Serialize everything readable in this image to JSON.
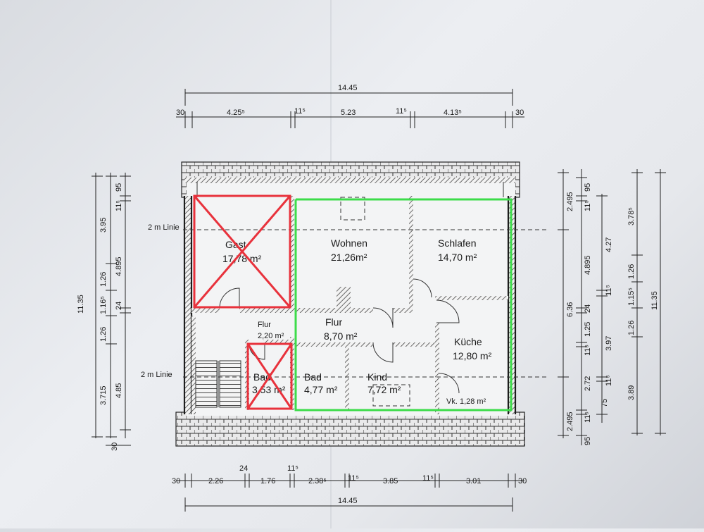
{
  "plan": {
    "rooms": [
      {
        "id": "gast",
        "name": "Gast",
        "area": "17,78 m²"
      },
      {
        "id": "wohnen",
        "name": "Wohnen",
        "area": "21,26m²"
      },
      {
        "id": "schlafen",
        "name": "Schlafen",
        "area": "14,70 m²"
      },
      {
        "id": "flur-small",
        "name": "Flur",
        "area": "2,20 m²"
      },
      {
        "id": "flur",
        "name": "Flur",
        "area": "8,70 m²"
      },
      {
        "id": "kueche",
        "name": "Küche",
        "area": "12,80 m²"
      },
      {
        "id": "bad-small",
        "name": "Bad",
        "area": "3,53 m²"
      },
      {
        "id": "bad",
        "name": "Bad",
        "area": "4,77 m²"
      },
      {
        "id": "kind",
        "name": "Kind",
        "area": "7,72 m²"
      },
      {
        "id": "vk",
        "name": "Vk. 1,28 m²",
        "area": ""
      }
    ],
    "line_labels": [
      "2 m Linie",
      "2 m Linie"
    ],
    "top_dims": {
      "total": "14.45",
      "parts": [
        "30",
        "4.25⁵",
        "11⁵",
        "5.23",
        "11⁵",
        "4.13⁵",
        "30"
      ]
    },
    "bottom_dims": {
      "total": "14.45",
      "parts": [
        "30",
        "2.26",
        "24",
        "1.76",
        "11⁵",
        "2.38⁵",
        "11⁵",
        "3.85",
        "11⁵",
        "3.01",
        "30"
      ]
    },
    "left_dims": {
      "total": "11.35",
      "col2": [
        "3.715",
        "1.26",
        "1.16⁵",
        "1.26",
        "3.95"
      ],
      "col3": [
        "4.85",
        "24",
        "4.895",
        "11⁵",
        "95"
      ],
      "bottom": "30"
    },
    "right_dims": {
      "col1": [
        "2.495",
        "6.36",
        "2.495"
      ],
      "col2": [
        "95",
        "11⁵",
        "4.895",
        "24",
        "1.25",
        "11⁵",
        "2.72",
        "11⁵",
        "95"
      ],
      "col3": [
        "4.27",
        "11⁵",
        "3.97",
        "11⁵",
        "75"
      ],
      "col4": [
        "3.78⁵",
        "1.26",
        "1.15⁵",
        "1.26",
        "3.89"
      ],
      "total": "11.35"
    },
    "colors": {
      "excluded": "#e8323c",
      "selected": "#3ddc4a",
      "ink": "#1c1c1c"
    }
  }
}
